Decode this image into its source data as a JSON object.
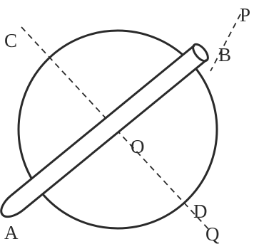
{
  "labels": {
    "p": "P",
    "c": "C",
    "b": "B",
    "o": "O",
    "a": "A",
    "d": "D",
    "q": "Q"
  }
}
